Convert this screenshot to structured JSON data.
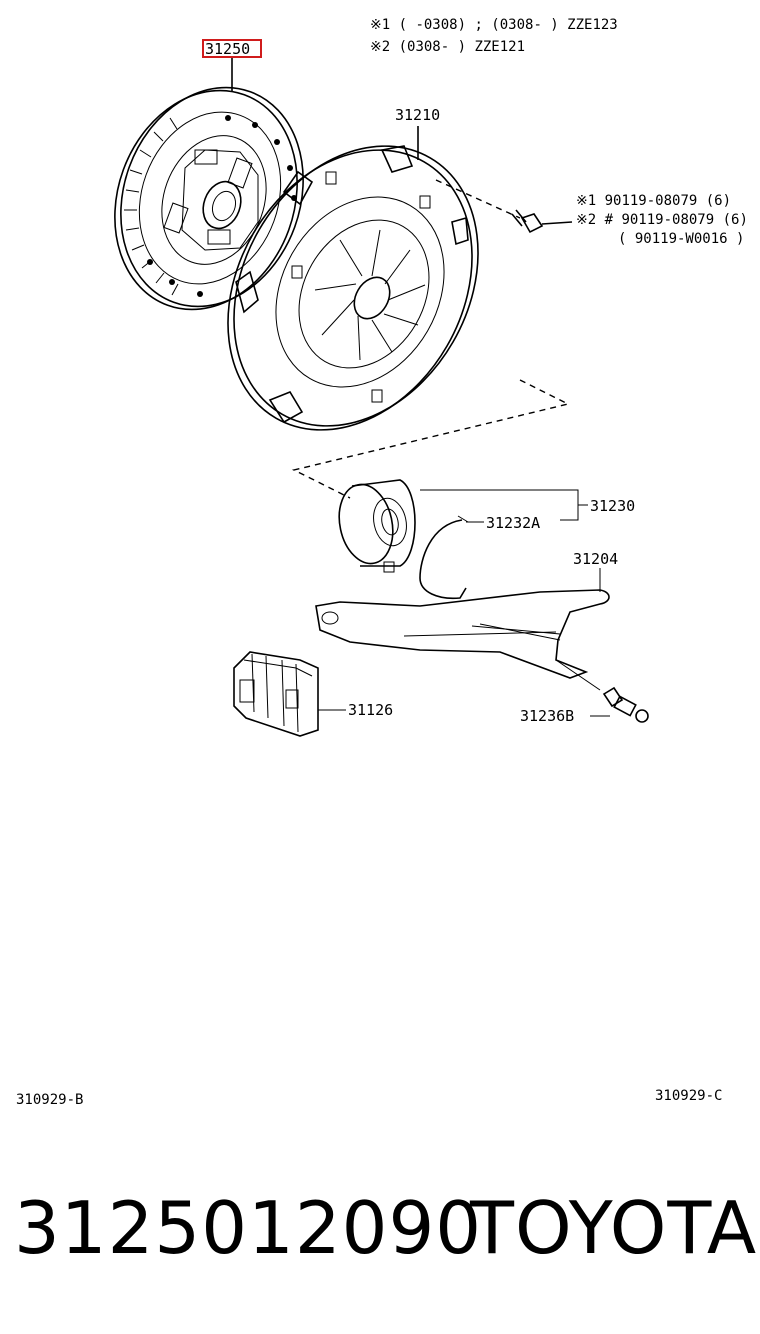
{
  "notes": {
    "line1": "※1 (     -0308) ; (0308-     ) ZZE123",
    "line2": "※2 (0308-     ) ZZE121"
  },
  "callouts": {
    "clutch_disc": "31250",
    "clutch_cover": "31210",
    "bolt_note1": "※1 90119-08079 (6)",
    "bolt_note2": "※2 # 90119-08079 (6)",
    "bolt_note3": "( 90119-W0016 )",
    "release_bearing": "31230",
    "bearing_clip": "31232A",
    "release_fork": "31204",
    "fork_boot": "31126",
    "fork_support": "31236B"
  },
  "figure_codes": {
    "left": "310929-B",
    "right": "310929-C"
  },
  "footer": {
    "part_number": "3125012090",
    "brand": "TOYOTA"
  },
  "colors": {
    "highlight": "#d01c1c",
    "ink": "#000000"
  }
}
